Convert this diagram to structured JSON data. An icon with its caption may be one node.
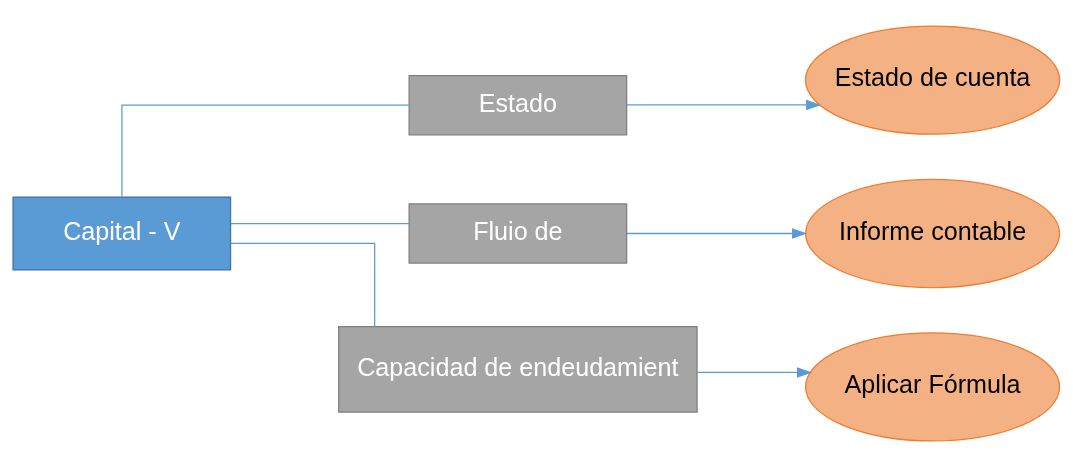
{
  "diagram": {
    "nodes": [
      {
        "text": [
          "Capital - V"
        ]
      },
      {
        "text": [
          "Estado"
        ]
      },
      {
        "text": [
          "Fluio de"
        ]
      },
      {
        "text": [
          "Capacidad de endeudamient"
        ]
      },
      {
        "text": [
          "Estado de cuenta"
        ]
      },
      {
        "text": [
          "Informe contable"
        ]
      },
      {
        "text": [
          "Aplicar Fórmula"
        ]
      }
    ],
    "edges": [
      {
        "from": 0,
        "to": 1,
        "arrow": "none"
      },
      {
        "from": 0,
        "to": 2,
        "arrow": "none"
      },
      {
        "from": 0,
        "to": 3,
        "arrow": "none"
      },
      {
        "from": 1,
        "to": 4,
        "arrow": "to"
      },
      {
        "from": 2,
        "to": 5,
        "arrow": "to"
      },
      {
        "from": 3,
        "to": 6,
        "arrow": "to"
      }
    ]
  }
}
